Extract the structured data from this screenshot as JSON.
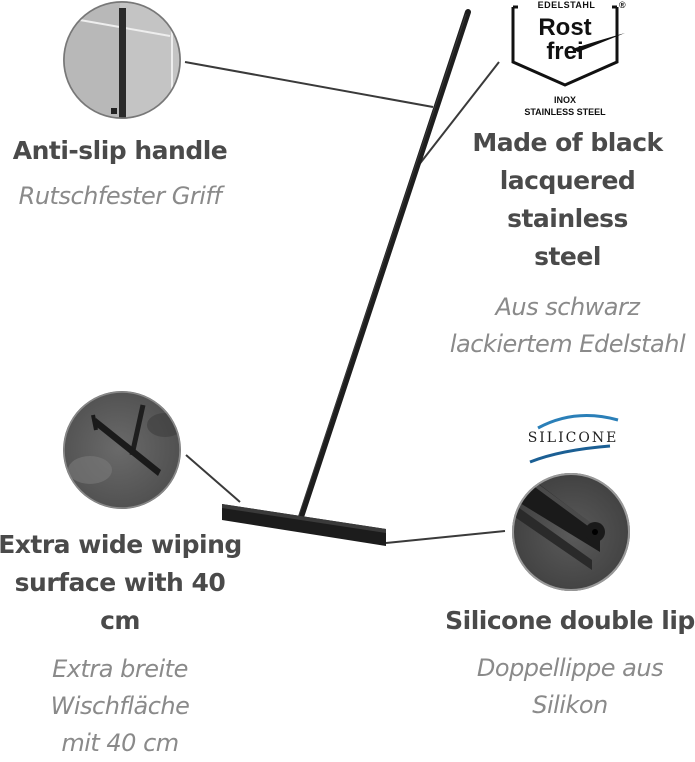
{
  "badge": {
    "top_label": "EDELSTAHL",
    "registered_mark": "®",
    "line1": "Rost",
    "line2": "frei",
    "inox": "INOX",
    "stainless": "STAINLESS STEEL"
  },
  "silicone_logo": {
    "text": "SILICONE",
    "swoosh_color": "#2a7fb8"
  },
  "features": [
    {
      "title_lines": [
        "Anti-slip handle"
      ],
      "subtitle_lines": [
        "Rutschfester Griff"
      ],
      "icon": "handle-closeup"
    },
    {
      "title_lines": [
        "Made of black",
        "lacquered stainless",
        "steel"
      ],
      "subtitle_lines": [
        "Aus schwarz",
        "lackiertem Edelstahl"
      ],
      "icon": "rostfrei-badge"
    },
    {
      "title_lines": [
        "Extra wide wiping",
        "surface with 40 cm"
      ],
      "subtitle_lines": [
        "Extra breite",
        "Wischfläche",
        "mit 40 cm"
      ],
      "icon": "squeegee-head-closeup"
    },
    {
      "title_lines": [
        "Silicone double lip"
      ],
      "subtitle_lines": [
        "Doppellippe aus",
        "Silikon"
      ],
      "icon": "silicone-lip-closeup"
    }
  ],
  "colors": {
    "title": "#4a4a4a",
    "subtitle": "#8a8a8a",
    "product": "#1e1e1e",
    "leader_line": "#3a3a3a"
  }
}
